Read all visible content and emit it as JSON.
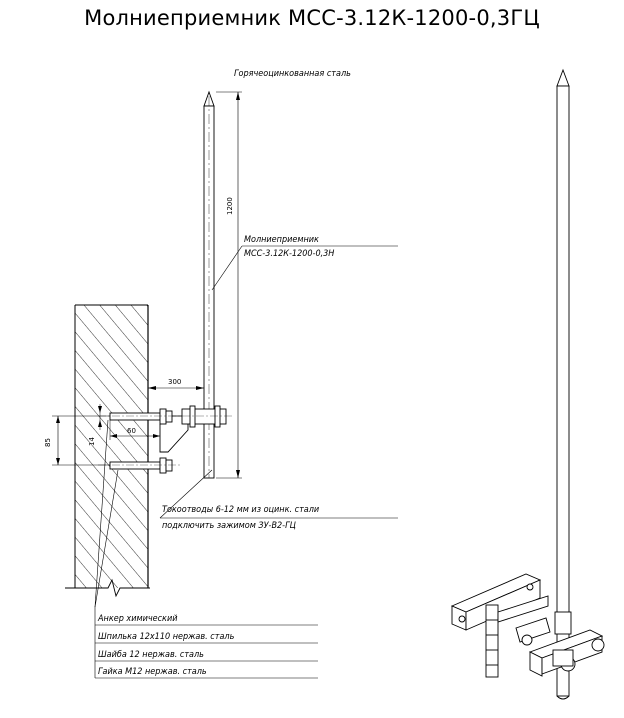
{
  "title": "Молниеприемник МСС-3.12К-1200-0,3ГЦ",
  "labels": {
    "material": "Горячеоцинкованная сталь",
    "rod_line1": "Молниеприемник",
    "rod_line2": "МСС-3.12К-1200-0,3Н",
    "down_line1": "Токоотводы 6-12 мм из оцинк. стали",
    "down_line2": "подключить зажимом ЗУ-В2-ГЦ"
  },
  "dimensions": {
    "rod_length": "1200",
    "offset": "300",
    "bolt_spacing": "60",
    "height": "85",
    "small": "14"
  },
  "parts": [
    "Анкер химический",
    "Шпилька 12х110 нержав. сталь",
    "Шайба 12 нержав. сталь",
    "Гайка М12 нержав. сталь"
  ]
}
